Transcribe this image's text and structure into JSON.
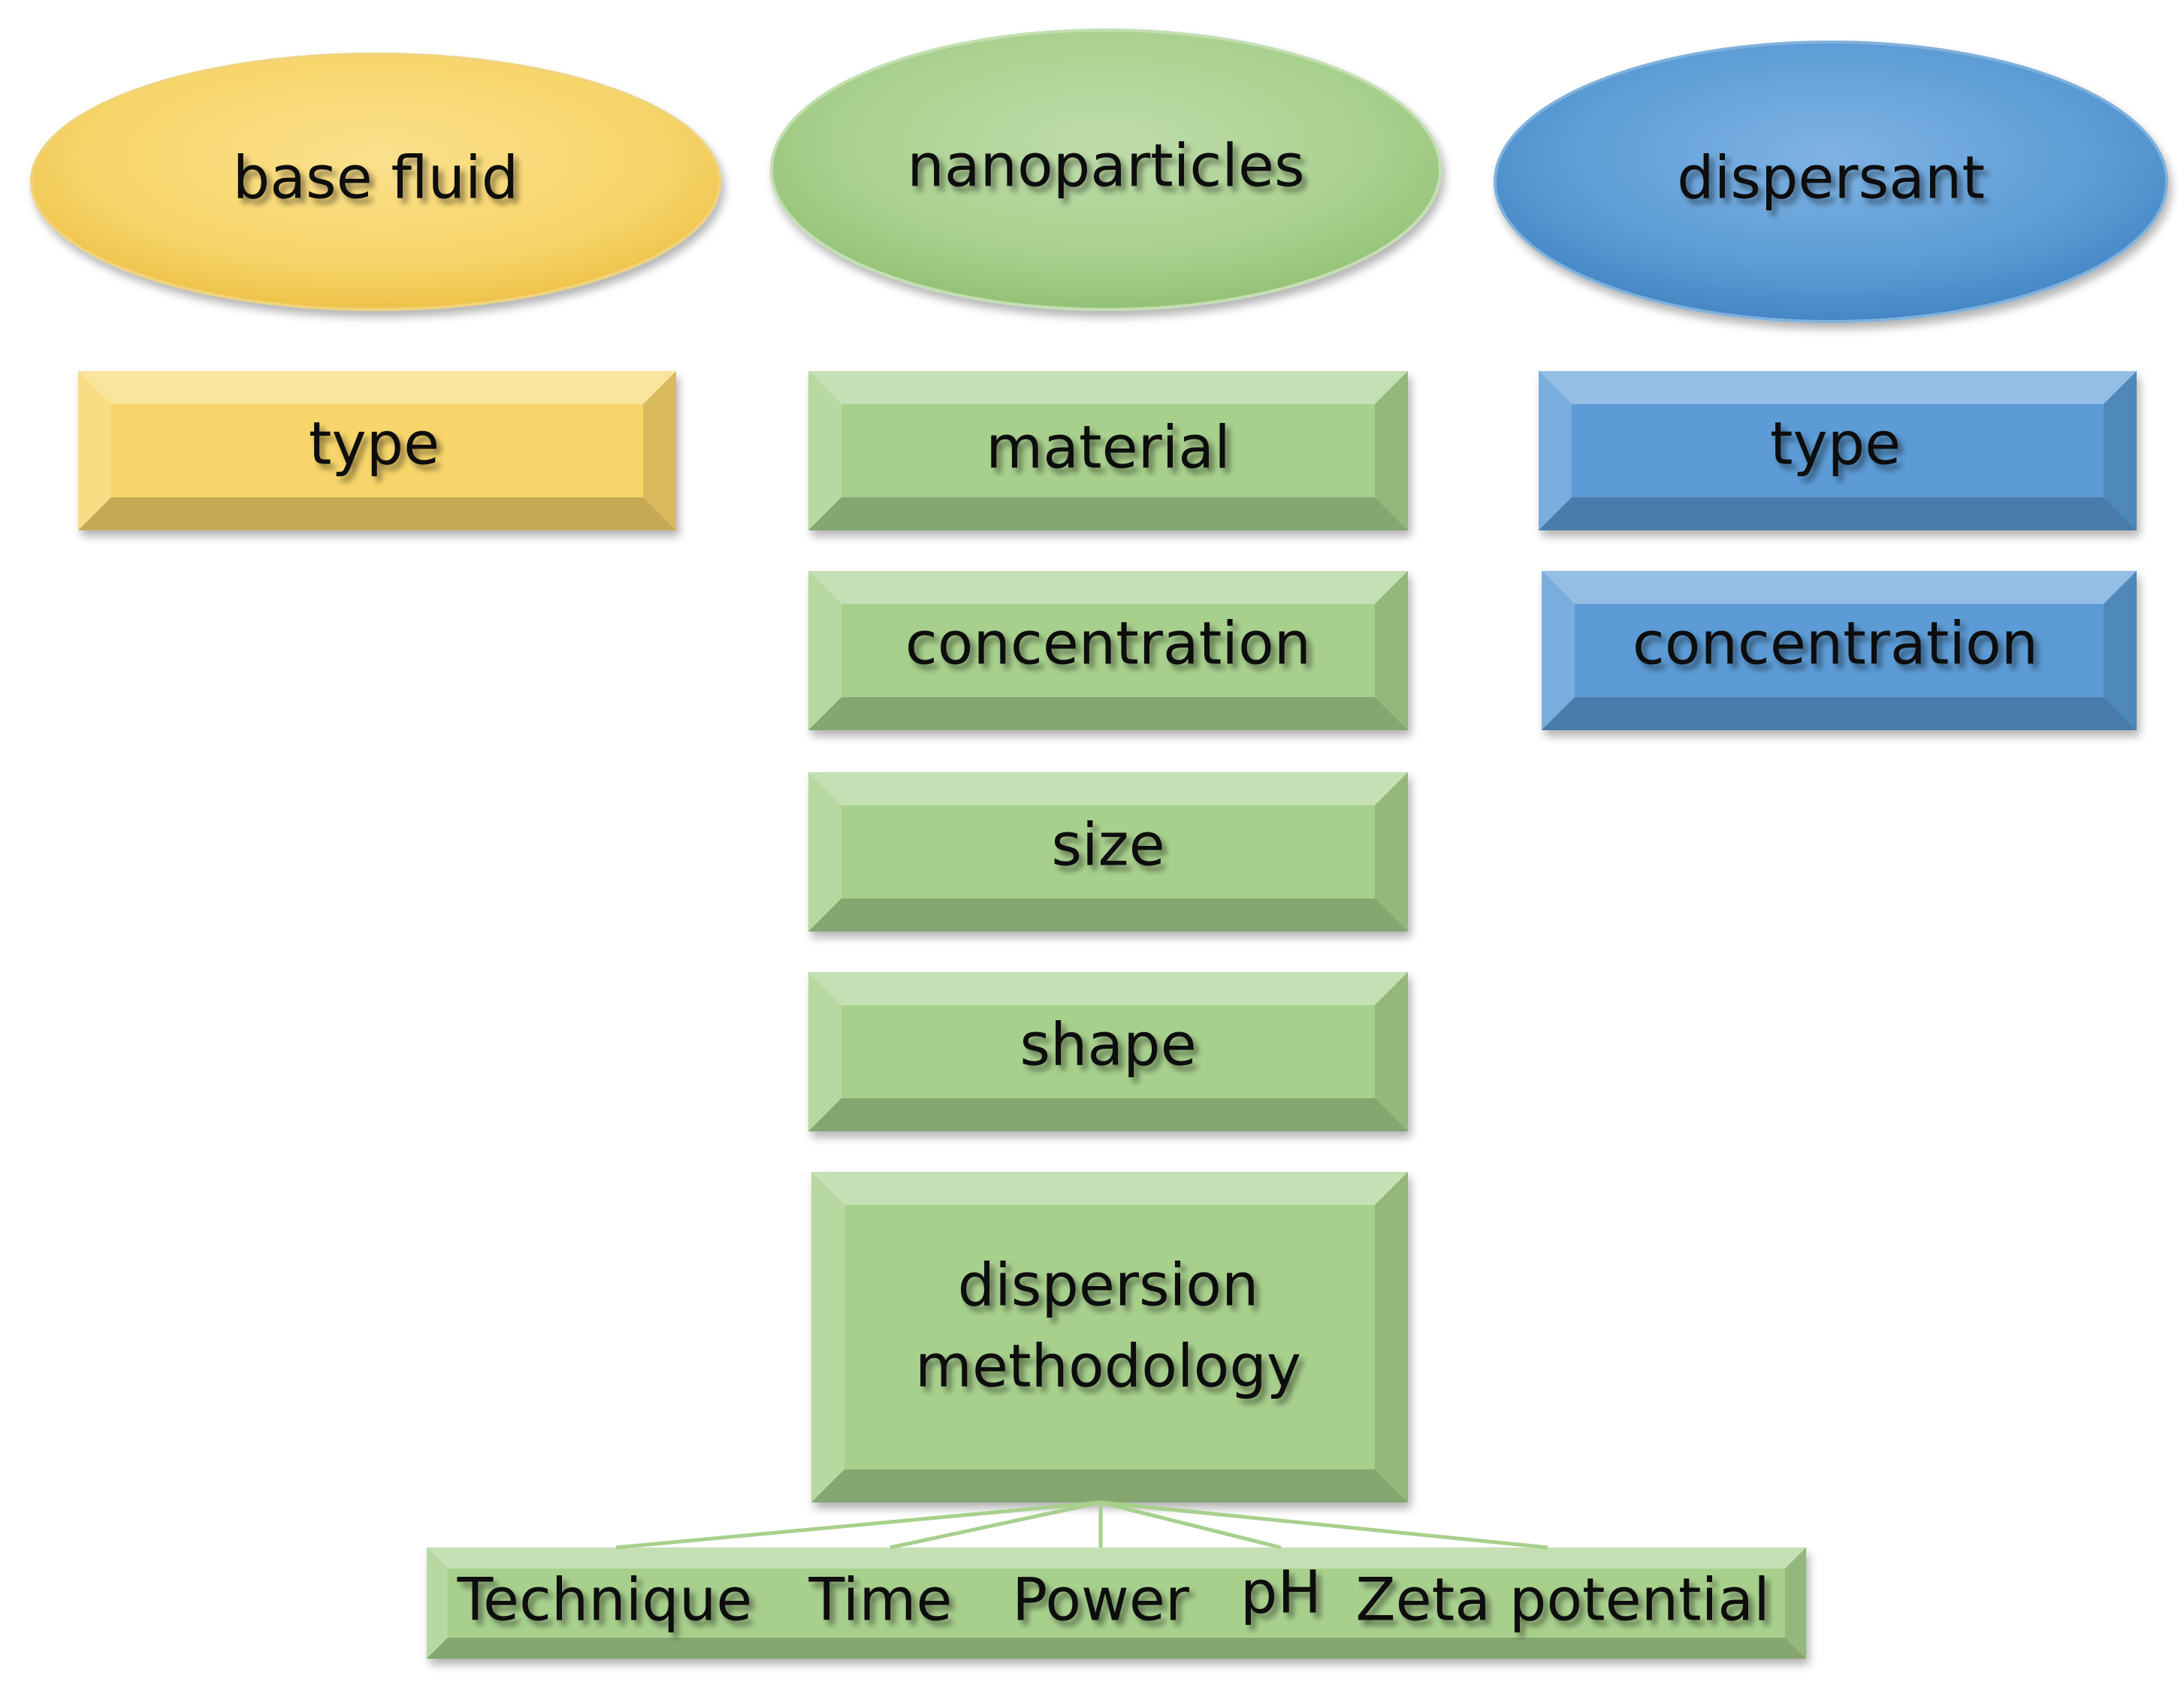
{
  "columns": {
    "base_fluid": {
      "header": "base fluid",
      "boxes": [
        "type"
      ],
      "color": "#f7d56a"
    },
    "nanoparticles": {
      "header": "nanoparticles",
      "boxes": [
        "material",
        "concentration",
        "size",
        "shape"
      ],
      "methodology": {
        "line1": "dispersion",
        "line2": "methodology"
      },
      "parameters": [
        "Technique",
        "Time",
        "Power",
        "pH",
        "Zeta potential"
      ],
      "color": "#a8d08d"
    },
    "dispersant": {
      "header": "dispersant",
      "boxes": [
        "type",
        "concentration"
      ],
      "color": "#5b9bd5"
    }
  }
}
